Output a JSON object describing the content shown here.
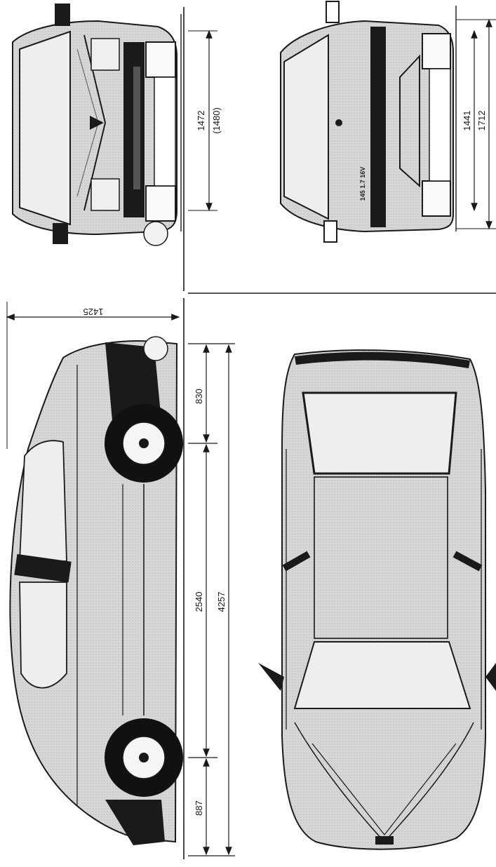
{
  "colors": {
    "ink": "#1a1a1a",
    "body_fill": "#d6d6d6",
    "glass_fill": "#ebebeb",
    "tire_fill": "#111111",
    "paper": "#ffffff"
  },
  "views": {
    "front": {
      "label": "front-view",
      "dims": {
        "track_main": "1472",
        "track_alt": "(1480)"
      }
    },
    "rear": {
      "label": "rear-view",
      "badge": "145 1.7 16V",
      "dims": {
        "rear_track": "1441",
        "width": "1712"
      }
    },
    "side": {
      "label": "side-view",
      "dims": {
        "height": "1425",
        "front_overhang": "830",
        "wheelbase": "2540",
        "length": "4257",
        "rear_overhang": "887"
      }
    },
    "top": {
      "label": "top-view"
    }
  }
}
